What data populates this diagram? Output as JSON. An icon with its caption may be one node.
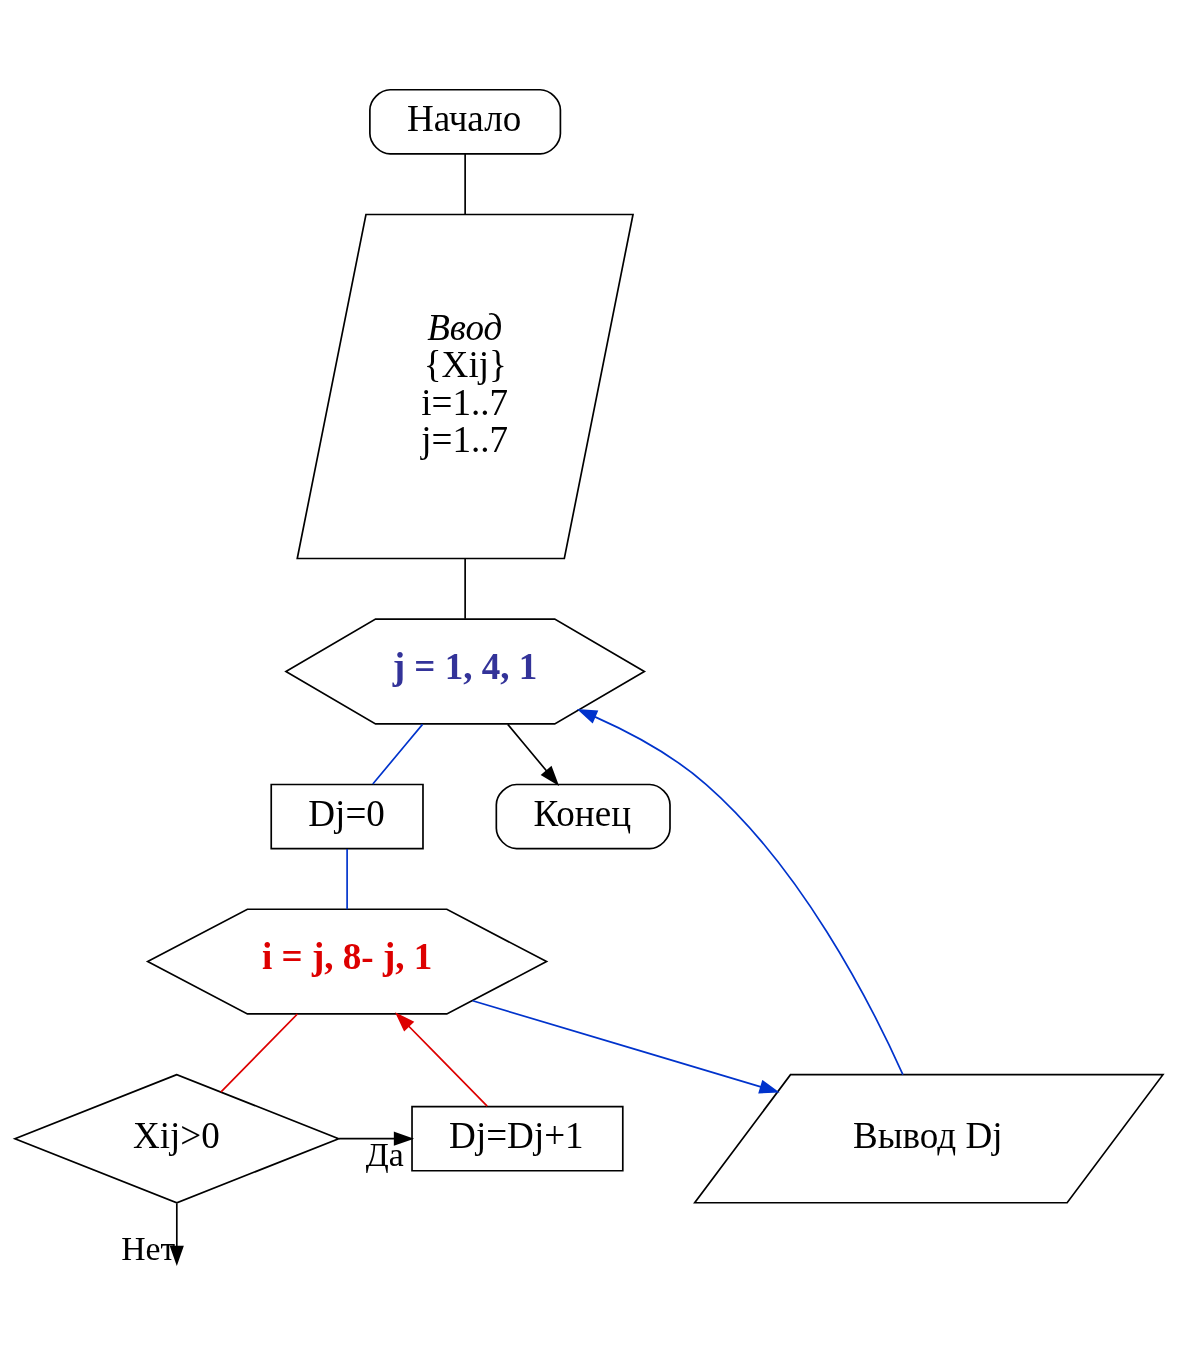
{
  "diagram": {
    "nodes": [
      {
        "text": [
          "Начало"
        ]
      },
      {
        "text": [
          "Ввод",
          "{Xij}",
          "i=1..7",
          "j=1..7"
        ]
      },
      {
        "text": [
          "j = 1, 4, 1"
        ]
      },
      {
        "text": [
          "Dj=0"
        ]
      },
      {
        "text": [
          "i = j, 8- j, 1"
        ]
      },
      {
        "text": [
          "Xij>0"
        ]
      },
      {
        "text": [
          "Dj=Dj+1"
        ]
      },
      {
        "text": [
          "Вывод Dj"
        ]
      },
      {
        "text": [
          "Конец"
        ]
      }
    ],
    "edges": [
      {
        "from": 0,
        "to": 1,
        "arrow": "none"
      },
      {
        "from": 1,
        "to": 2,
        "arrow": "none"
      },
      {
        "from": 2,
        "to": 3,
        "arrow": "none",
        "color": "#0033cc"
      },
      {
        "from": 3,
        "to": 4,
        "arrow": "none",
        "color": "#0033cc"
      },
      {
        "from": 4,
        "to": 5,
        "arrow": "none",
        "color": "#dd0000"
      },
      {
        "from": 5,
        "to": 6,
        "arrow": "to",
        "label": "Да"
      },
      {
        "from": 5,
        "to": null,
        "arrow": "to",
        "label": "Нет"
      },
      {
        "from": 6,
        "to": 4,
        "arrow": "to",
        "color": "#dd0000"
      },
      {
        "from": 4,
        "to": 7,
        "arrow": "to",
        "color": "#0033cc"
      },
      {
        "from": 7,
        "to": 2,
        "arrow": "to",
        "color": "#0033cc"
      },
      {
        "from": 2,
        "to": 8,
        "arrow": "to"
      }
    ]
  }
}
